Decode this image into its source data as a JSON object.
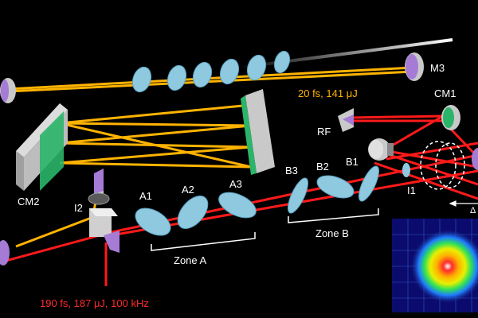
{
  "colors": {
    "background": "#000000",
    "signal_beam": "#ff1a1a",
    "compressed_beam": "#ffb300",
    "white_beam": "#ffffff",
    "optic_fill": "#8fc9e0",
    "mirror_coating": "#a57bd6",
    "chirped_mirror_coating": "#2bb56a",
    "mount_gray": "#c9c9c9",
    "label_text": "#ffffff",
    "beam_label_orange": "#ffb300",
    "beam_label_red": "#ff2a2a"
  },
  "labels": {
    "m3": "M3",
    "cm1": "CM1",
    "cm2": "CM2",
    "rf": "RF",
    "i1": "I1",
    "i2": "I2",
    "a1": "A1",
    "a2": "A2",
    "a3": "A3",
    "b1": "B1",
    "b2": "B2",
    "b3": "B3",
    "zone_a": "Zone A",
    "zone_b": "Zone B",
    "edge_fragment": "Δ"
  },
  "beam_labels": {
    "output": "20 fs, 141 μJ",
    "input": "190 fs, 187 μJ, 100 kHz"
  },
  "icons": {
    "inset": "beam-profile-inset-icon"
  }
}
